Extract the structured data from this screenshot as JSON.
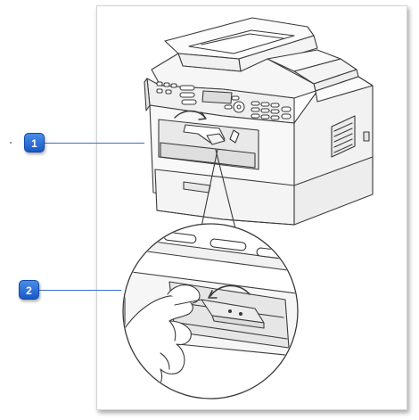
{
  "callouts": [
    {
      "id": "1",
      "label": "1"
    },
    {
      "id": "2",
      "label": "2"
    }
  ],
  "illustration": {
    "subject": "printer-icon",
    "detail": "paper-tray-icon",
    "colors": {
      "callout_fill": "#2a6fdb",
      "callout_border": "#134aa8",
      "leader_line": "#3b6fd0",
      "drawing_stroke": "#3a3a3a",
      "frame_border": "#d4d4d4"
    }
  }
}
